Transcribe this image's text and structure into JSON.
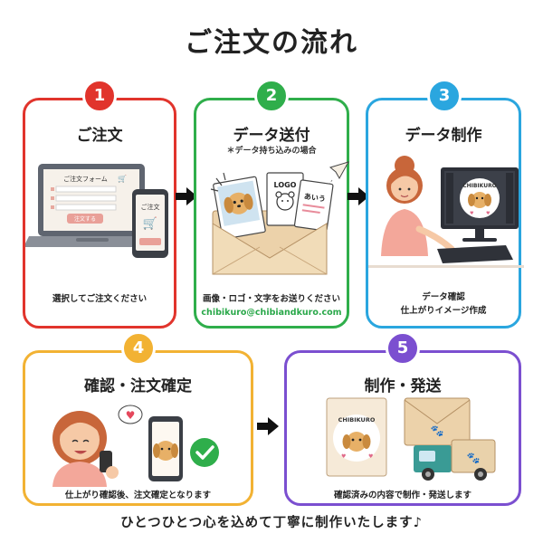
{
  "title": "ご注文の流れ",
  "colors": {
    "step1": "#e1342c",
    "step2": "#2fae4b",
    "step3": "#2aa6df",
    "step4": "#f2b233",
    "step5": "#7b4fd0",
    "email": "#2aa84a"
  },
  "steps": [
    {
      "number": "1",
      "title": "ご注文",
      "form_title": "ご注文フォーム",
      "form_button": "注文する",
      "description": "選択してご注文ください"
    },
    {
      "number": "2",
      "title": "データ送付",
      "note": "＊データ持ち込みの場合",
      "logo_label": "LOGO",
      "text_label": "あいう",
      "description": "画像・ロゴ・文字をお送りください",
      "email": "chibikuro@chibiandkuro.com"
    },
    {
      "number": "3",
      "title": "データ制作",
      "brand": "CHIBIKURO",
      "description_line1": "データ確認",
      "description_line2": "仕上がりイメージ作成"
    },
    {
      "number": "4",
      "title": "確認・注文確定",
      "description": "仕上がり確認後、注文確定となります"
    },
    {
      "number": "5",
      "title": "制作・発送",
      "brand": "CHIBIKURO",
      "description": "確認済みの内容で制作・発送します"
    }
  ],
  "footer": "ひとつひとつ心を込めて丁寧に制作いたします♪"
}
